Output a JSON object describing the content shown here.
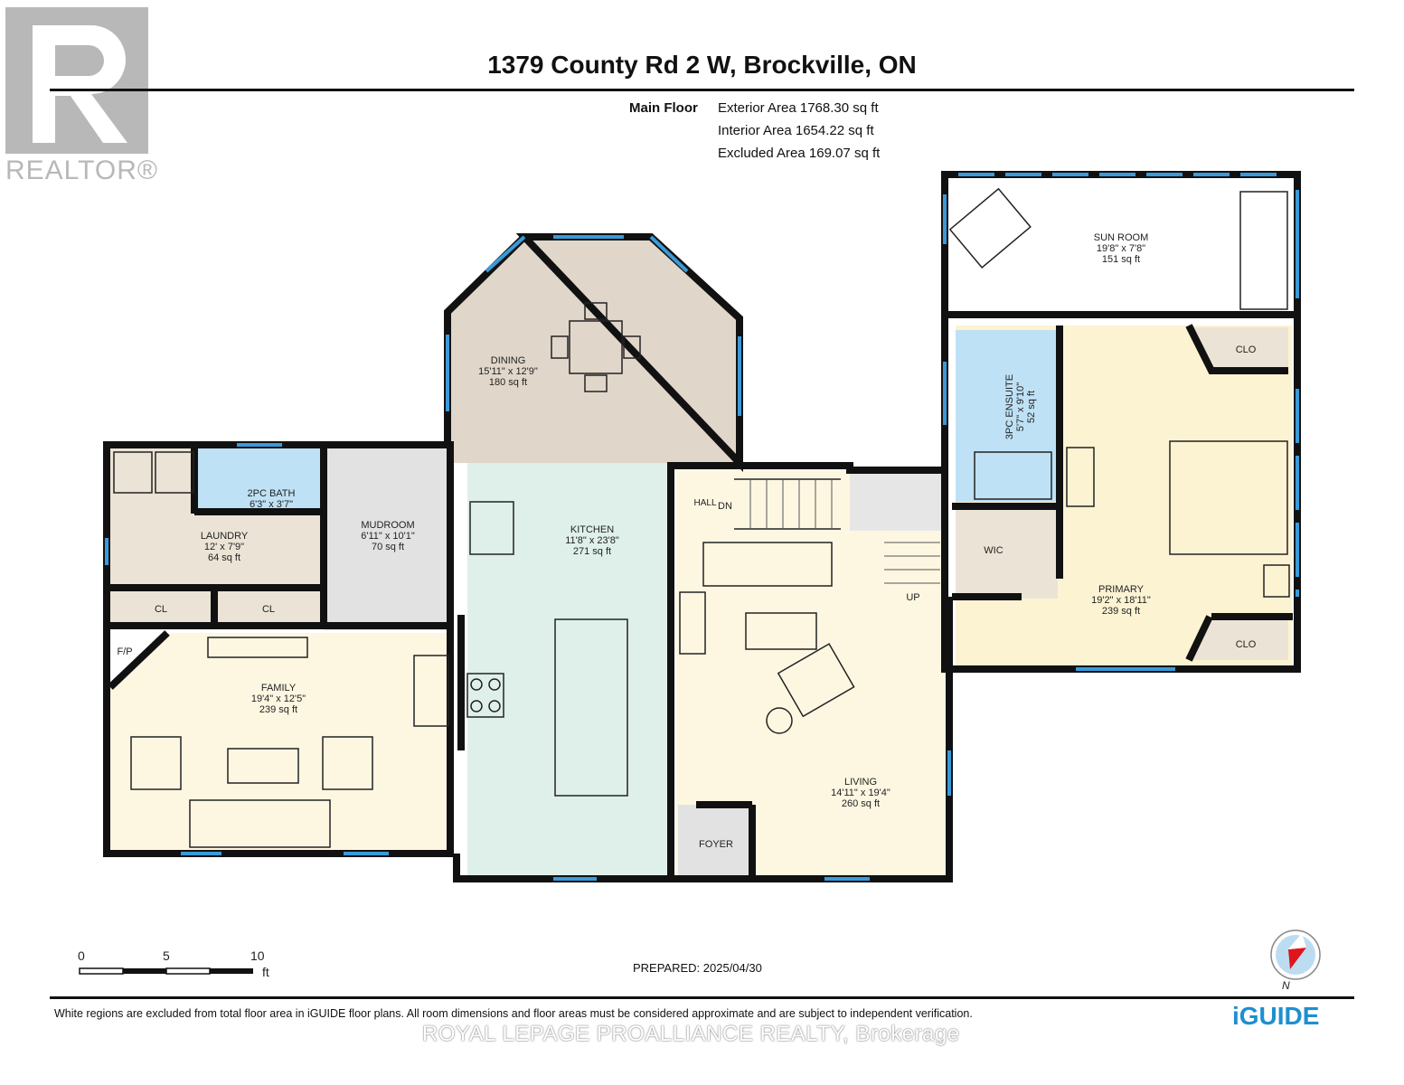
{
  "header": {
    "title": "1379 County Rd 2 W, Brockville, ON",
    "floor_label": "Main Floor",
    "areas": [
      "Exterior Area 1768.30 sq ft",
      "Interior Area 1654.22 sq ft",
      "Excluded Area 169.07 sq ft"
    ]
  },
  "logos": {
    "realtor": "REALTOR®",
    "iguide": "iGUIDE"
  },
  "rooms": {
    "dining": {
      "name": "DINING",
      "dims": "15'11\" x 12'9\"",
      "area": "180 sq ft"
    },
    "kitchen": {
      "name": "KITCHEN",
      "dims": "11'8\" x 23'8\"",
      "area": "271 sq ft"
    },
    "laundry": {
      "name": "LAUNDRY",
      "dims": "12' x 7'9\"",
      "area": "64 sq ft"
    },
    "bath2pc": {
      "name": "2PC BATH",
      "dims": "6'3\" x 3'7\""
    },
    "mudroom": {
      "name": "MUDROOM",
      "dims": "6'11\" x 10'1\"",
      "area": "70 sq ft"
    },
    "family": {
      "name": "FAMILY",
      "dims": "19'4\" x 12'5\"",
      "area": "239 sq ft"
    },
    "living": {
      "name": "LIVING",
      "dims": "14'11\" x 19'4\"",
      "area": "260 sq ft"
    },
    "sunroom": {
      "name": "SUN ROOM",
      "dims": "19'8\" x 7'8\"",
      "area": "151 sq ft"
    },
    "ensuite": {
      "name": "3PC ENSUITE",
      "dims": "5'7\" x 9'10\"",
      "area": "52 sq ft"
    },
    "primary": {
      "name": "PRIMARY",
      "dims": "19'2\" x 18'11\"",
      "area": "239 sq ft"
    },
    "cl1": "CL",
    "cl2": "CL",
    "clo1": "CLO",
    "clo2": "CLO",
    "wic": "WIC",
    "hall": "HALL",
    "dn": "DN",
    "up": "UP",
    "foyer": "FOYER",
    "fp": "F/P"
  },
  "scale": {
    "ticks": [
      "0",
      "5",
      "10"
    ],
    "unit": "ft"
  },
  "compass": {
    "label": "N"
  },
  "prepared": "PREPARED: 2025/04/30",
  "footer_note": "White regions are excluded from total floor area in iGUIDE floor plans. All room dimensions and floor areas must be considered approximate and are subject to independent verification.",
  "watermark": "ROYAL LEPAGE PROALLIANCE REALTY, Brokerage",
  "colors": {
    "wall": "#111111",
    "window": "#3a9ad9",
    "bath": "#bfe1f5",
    "living": "#fdf7e2",
    "kitchen": "#dff0ea",
    "dining": "#e0d7ca",
    "utility": "#ebe3d5",
    "mudroom": "#e2e2e2",
    "brand": "#1e8fd0"
  }
}
